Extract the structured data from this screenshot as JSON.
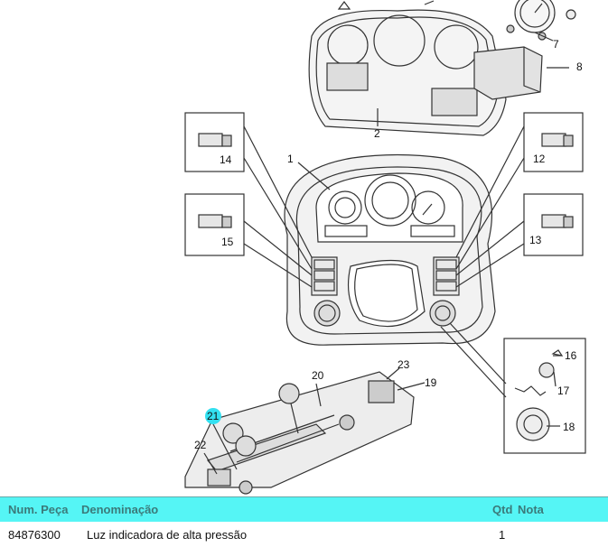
{
  "diagram": {
    "callouts": {
      "c1": "1",
      "c2": "2",
      "c7": "7",
      "c8": "8",
      "c12": "12",
      "c13": "13",
      "c14": "14",
      "c15": "15",
      "c16": "16",
      "c17": "17",
      "c18": "18",
      "c19": "19",
      "c20": "20",
      "c21": "21",
      "c22": "22",
      "c23": "23"
    },
    "highlight_color": "#33e0f0"
  },
  "table": {
    "header": {
      "part_number": "Num. Peça",
      "description": "Denominação",
      "qty": "Qtd",
      "note": "Nota"
    },
    "rows": [
      {
        "part_number": "84876300",
        "description": "Luz indicadora de alta pressão",
        "qty": "1",
        "note": ""
      }
    ],
    "header_color": "#55f5f5"
  }
}
